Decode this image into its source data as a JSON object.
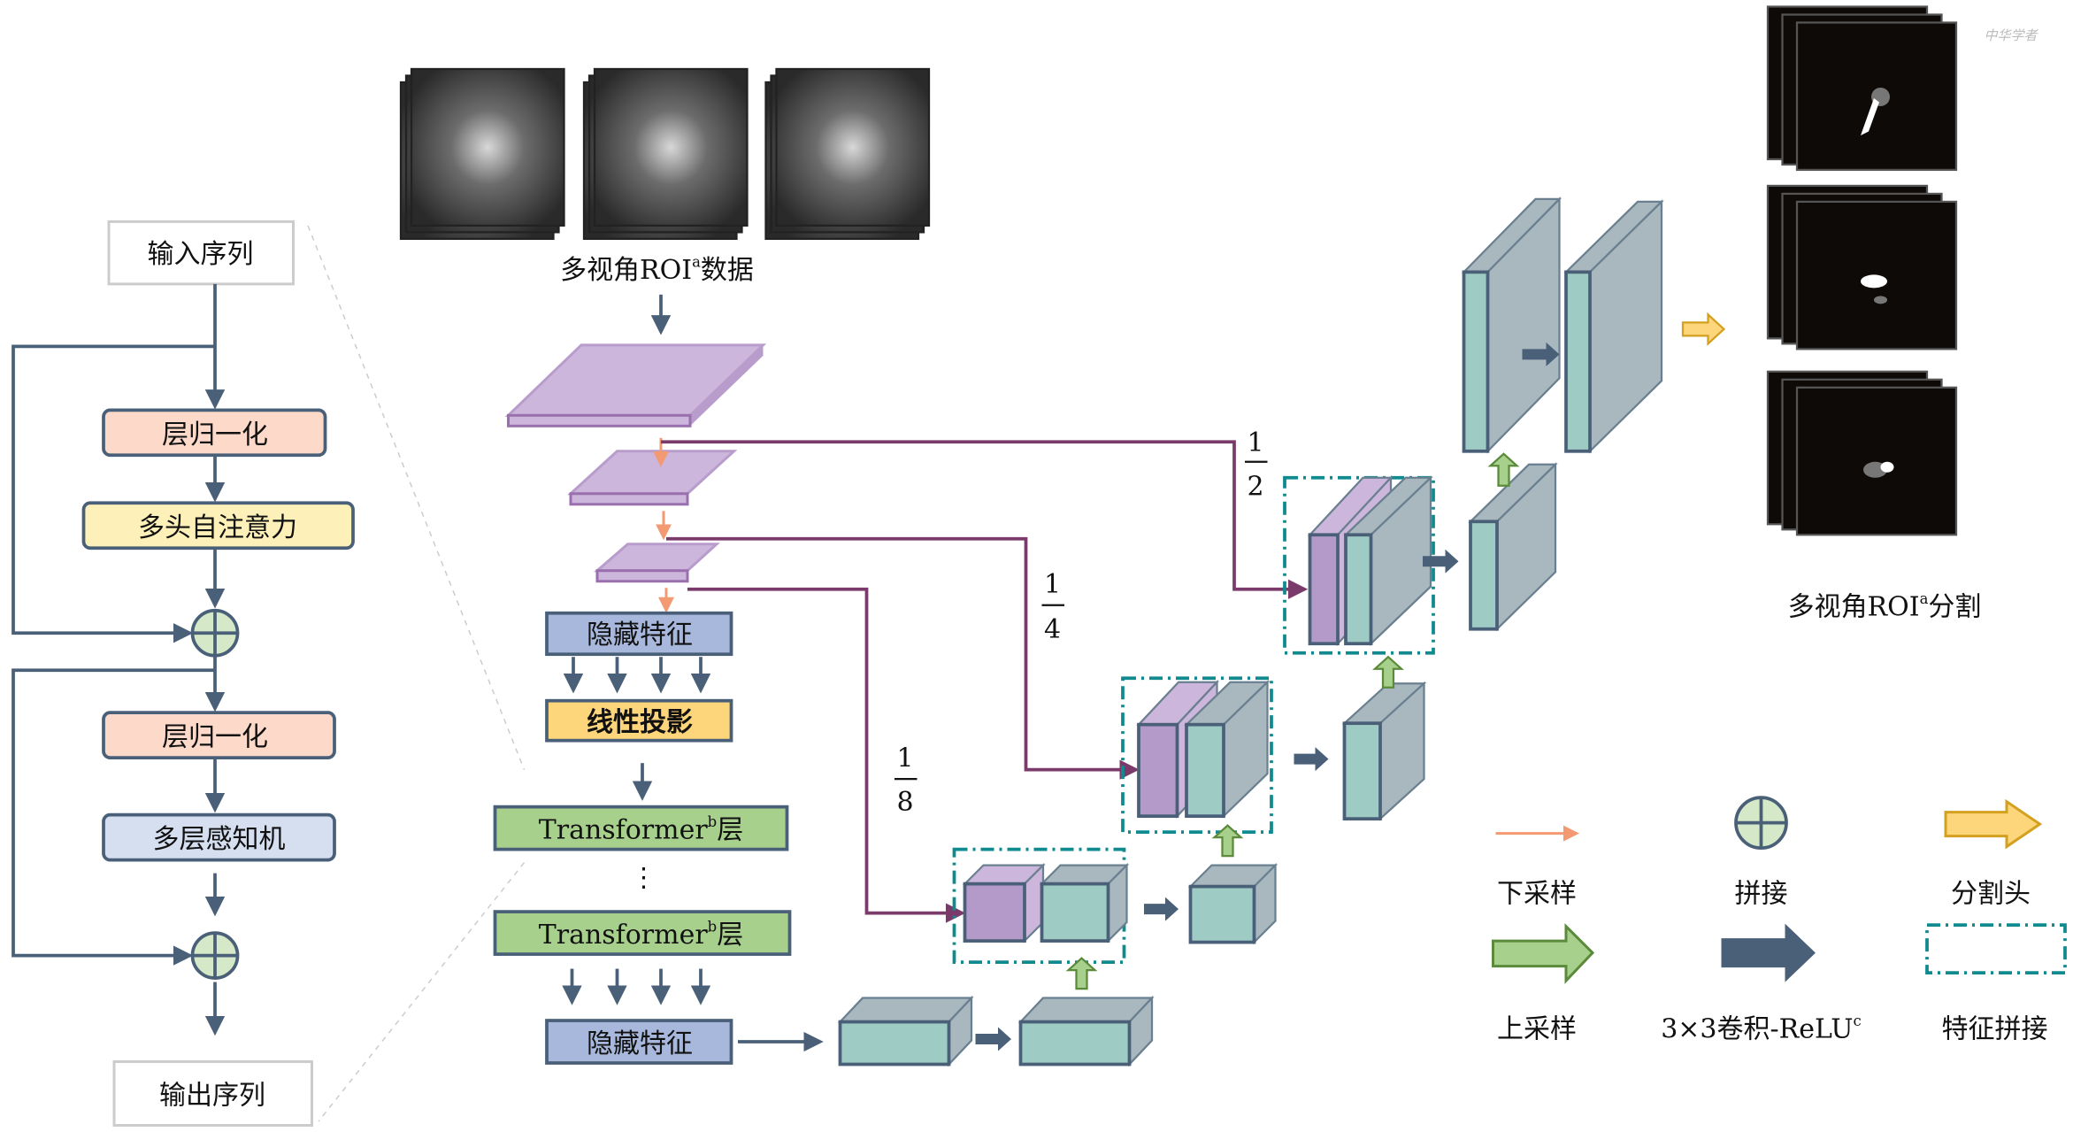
{
  "colors": {
    "arrow": "#4a6078",
    "skip_line": "#7a3b6a",
    "downsample": "#f39a72",
    "upsample": "#a8d08d",
    "purple": "#cdb6dc",
    "teal": "#9ecbc3",
    "slate": "#a9b8bf",
    "concat_box": "#0f8a8f",
    "seg_head": "#fdd57a"
  },
  "encoder": {
    "input_seq": "输入序列",
    "layer_norm_1": "层归一化",
    "mhsa": "多头自注意力",
    "layer_norm_2": "层归一化",
    "mlp": "多层感知机",
    "output_seq": "输出序列"
  },
  "main": {
    "input_label": "多视角ROI",
    "input_label_sup": "a",
    "hidden_1": "隐藏特征",
    "linear_proj": "线性投影",
    "transformer_1": "Transformer",
    "transformer_1_sup": "b",
    "transformer_1_suffix": "层",
    "vdots": "⋮",
    "transformer_2": "Transformer",
    "transformer_2_sup": "b",
    "transformer_2_suffix": "层",
    "hidden_2": "隐藏特征",
    "scale_half": {
      "num": "1",
      "den": "2"
    },
    "scale_quarter": {
      "num": "1",
      "den": "4"
    },
    "scale_eighth": {
      "num": "1",
      "den": "8"
    },
    "output_label": "多视角ROI",
    "output_label_sup": "a",
    "output_label_suffix": "分割",
    "watermark": "中华学者"
  },
  "legend": {
    "downsample": "下采样",
    "concat": "拼接",
    "seg_head": "分割头",
    "upsample": "上采样",
    "conv": "3×3卷积-ReLU",
    "conv_sup": "c",
    "feature_concat": "特征拼接"
  },
  "icons": {
    "add": "circle-plus-icon",
    "arrow": "arrow-right-icon"
  }
}
